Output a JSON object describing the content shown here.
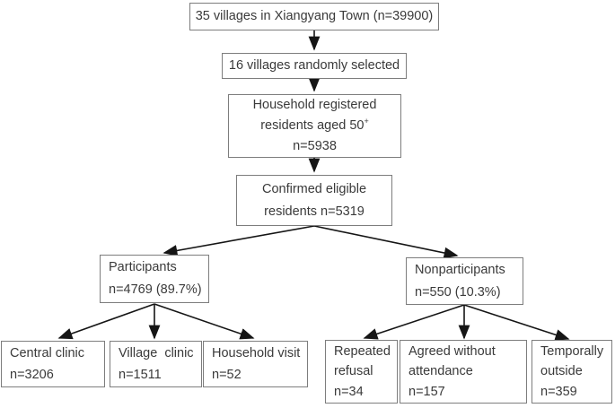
{
  "diagram": {
    "title_hint": "Participant enrollment flowchart",
    "colors": {
      "background": "#ffffff",
      "box_border": "#7d7d7d",
      "arrow": "#151515",
      "text": "#3a3a3a"
    },
    "boxes": {
      "villages": {
        "line1": "35 villages in Xiangyang Town (n=39900)"
      },
      "selected": {
        "line1": "16 villages randomly selected"
      },
      "household": {
        "line1": "Household registered",
        "line2": "residents aged 50",
        "sup": "+",
        "line3": "n=5938"
      },
      "eligible": {
        "line1": "Confirmed eligible",
        "line2": "residents n=5319"
      },
      "participants": {
        "line1": "Participants",
        "line2": "n=4769 (89.7%)"
      },
      "nonparticipants": {
        "line1": "Nonparticipants",
        "line2": "n=550 (10.3%)"
      },
      "central_clinic": {
        "line1": "Central clinic",
        "line2": "n=3206"
      },
      "village_clinic": {
        "line1": "Village  clinic",
        "line2": "n=1511"
      },
      "household_visit": {
        "line1": "Household visit",
        "line2": "n=52"
      },
      "repeated_refusal": {
        "line1": "Repeated",
        "line2": "refusal",
        "line3": "n=34"
      },
      "agreed_without": {
        "line1": "Agreed without",
        "line2": "attendance",
        "line3": "n=157"
      },
      "temporally_outside": {
        "line1": "Temporally",
        "line2": "outside",
        "line3": "n=359"
      }
    }
  }
}
